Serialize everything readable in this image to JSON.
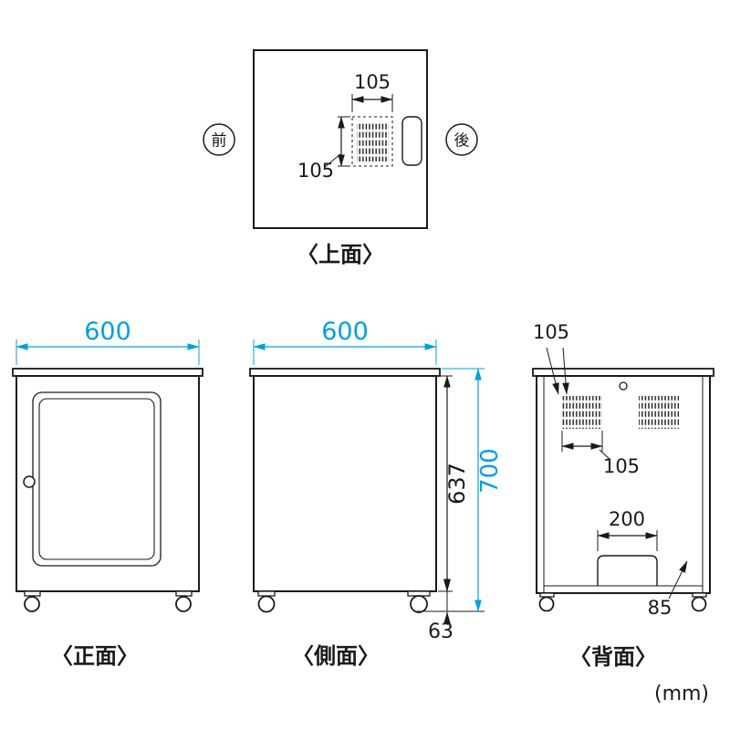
{
  "colors": {
    "line": "#1a1a1a",
    "accent": "#00a0e0"
  },
  "unit_note": "(mm)",
  "top_view": {
    "caption": "〈上面〉",
    "front_badge": "前",
    "rear_badge": "後",
    "fan_pitch_w": "105",
    "fan_pitch_h": "105"
  },
  "front_view": {
    "caption": "〈正面〉",
    "width": "600"
  },
  "side_view": {
    "caption": "〈側面〉",
    "width": "600",
    "body_height": "637",
    "total_height": "700",
    "caster_height": "63"
  },
  "back_view": {
    "caption": "〈背面〉",
    "vent_offset": "105",
    "vent_pitch": "105",
    "cutout_width": "200",
    "cutout_offset": "85"
  }
}
